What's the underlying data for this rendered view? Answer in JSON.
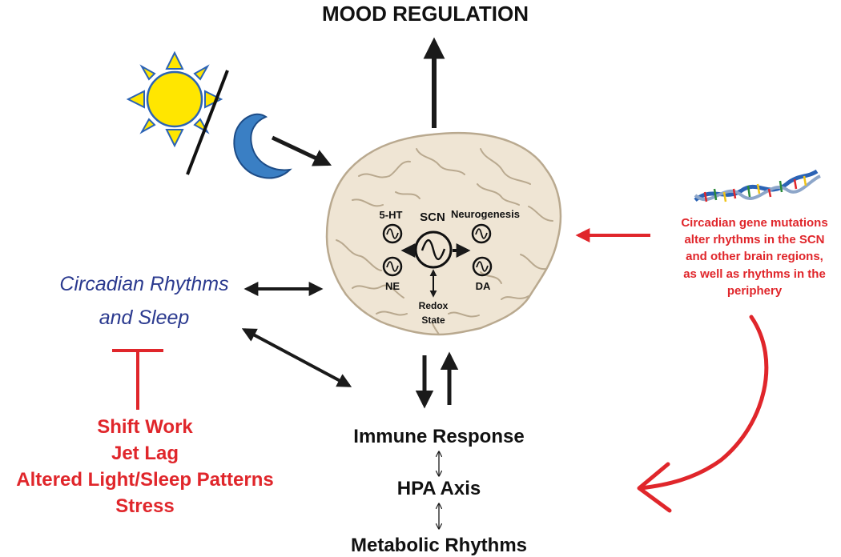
{
  "title": "MOOD REGULATION",
  "circadian_label": [
    "Circadian Rhythms",
    "and Sleep"
  ],
  "disruptors": [
    "Shift Work",
    "Jet Lag",
    "Altered Light/Sleep Patterns",
    "Stress"
  ],
  "brain": {
    "scn": "SCN",
    "nodes": {
      "serotonin": "5-HT",
      "neurogenesis": "Neurogenesis",
      "ne": "NE",
      "da": "DA",
      "redox_line1": "Redox",
      "redox_line2": "State"
    }
  },
  "gene_note": [
    "Circadian gene mutations",
    "alter rhythms in the SCN",
    "and other brain regions,",
    "as well as rhythms in the",
    "periphery"
  ],
  "periphery": [
    "Immune Response",
    "HPA Axis",
    "Metabolic Rhythms"
  ],
  "colors": {
    "red": "#e0262b",
    "blue_text": "#2b3a8f",
    "sun": "#ffe600",
    "sun_stroke": "#2b63b5",
    "moon": "#3a7fc4",
    "brain_fill": "#efe5d4",
    "brain_line": "#b9a98f",
    "black": "#1a1a1a"
  }
}
